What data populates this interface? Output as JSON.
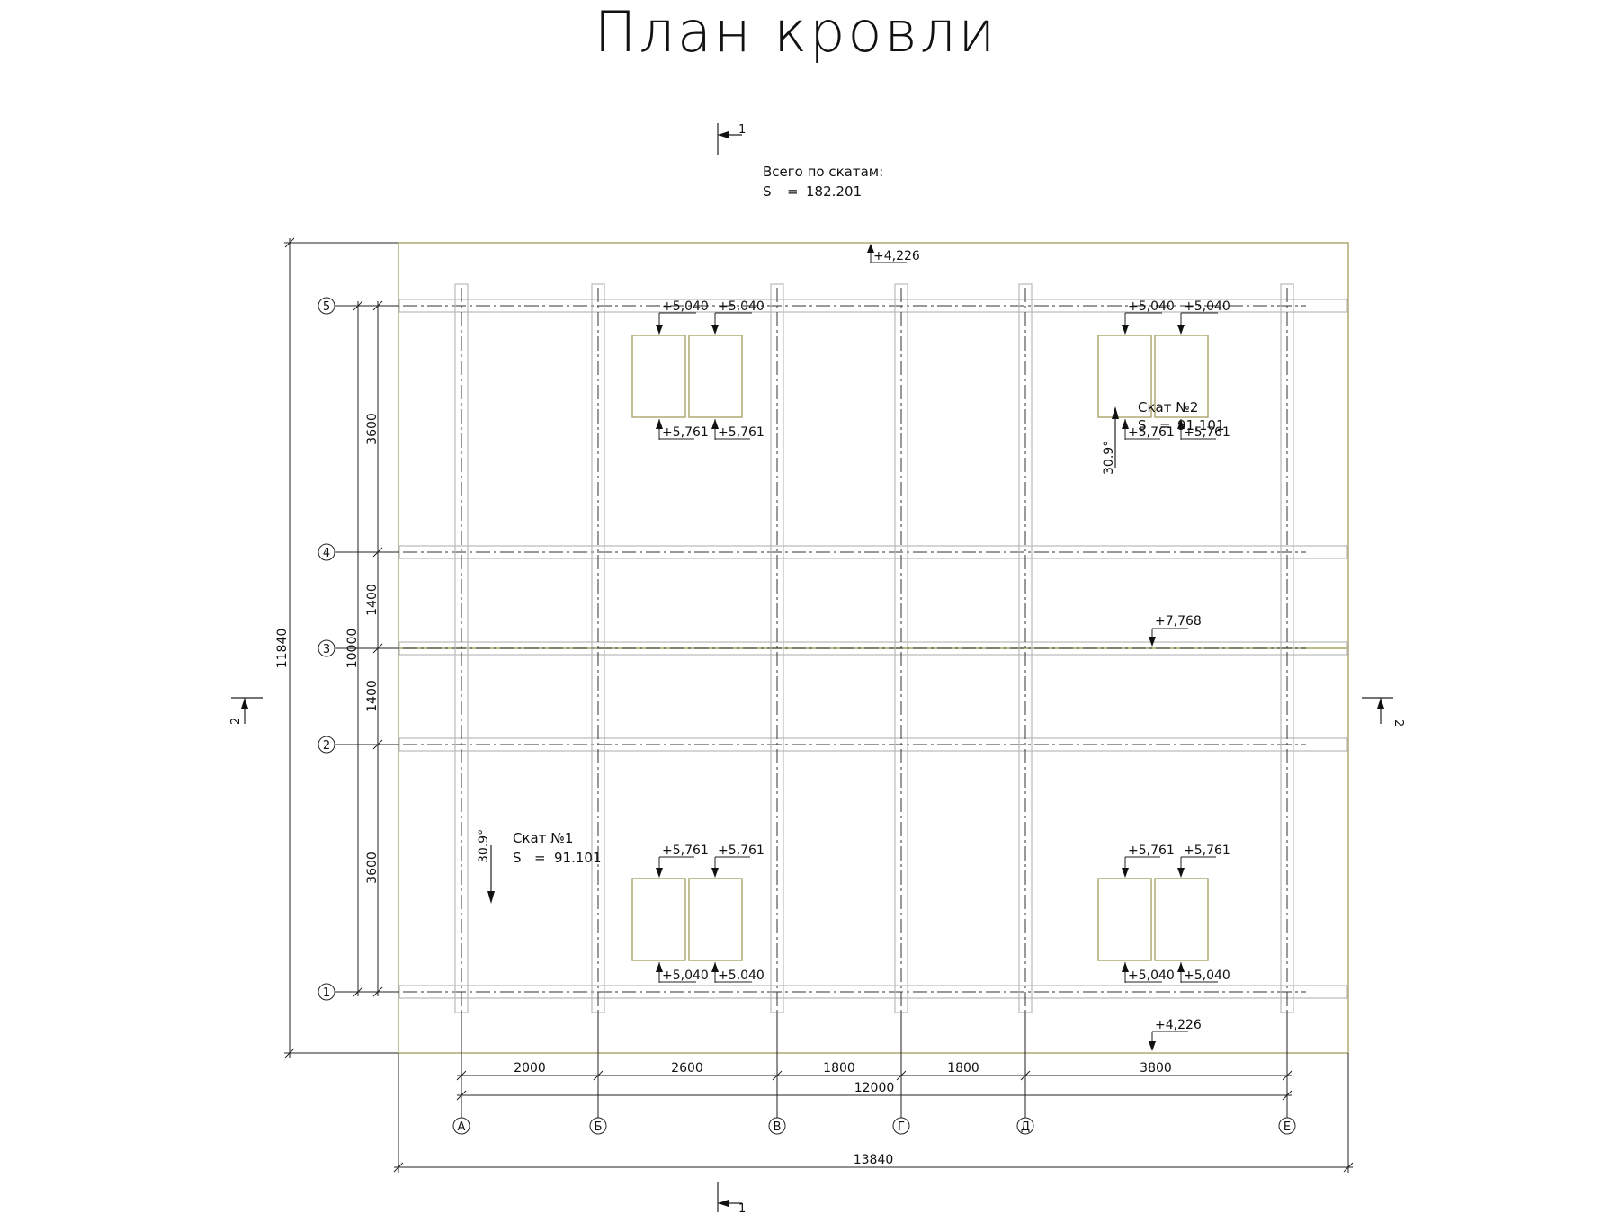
{
  "title": "План кровли",
  "section_marks": {
    "section_1": "1",
    "section_2": "2"
  },
  "totals": {
    "caption": "Всего по скатам:",
    "s_label": "S",
    "eq": "=",
    "s_value": "182.201"
  },
  "slope_1": {
    "name": "Скат №1",
    "s_label": "S",
    "eq": "=",
    "s_value": "91.101",
    "angle": "30.9°"
  },
  "slope_2": {
    "name": "Скат №2",
    "s_label": "S",
    "eq": "=",
    "s_value": "91.101",
    "angle": "30.9°"
  },
  "elevations": {
    "eave_top": "+4,226",
    "eave_bottom": "+4,226",
    "ridge": "+7,768",
    "window_low": "+5,040",
    "window_high": "+5,761"
  },
  "axes": {
    "rows": [
      "1",
      "2",
      "3",
      "4",
      "5"
    ],
    "columns": [
      "А",
      "Б",
      "В",
      "Г",
      "Д",
      "Е"
    ]
  },
  "dimensions": {
    "horizontal_spans": [
      "2000",
      "2600",
      "1800",
      "1800",
      "3800"
    ],
    "horizontal_total": "12000",
    "overall_width": "13840",
    "vertical_spans": [
      "3600",
      "1400",
      "1400",
      "3600"
    ],
    "vertical_total": "10000",
    "overall_height": "11840"
  },
  "colors": {
    "roof_outline": "#a7a467",
    "beams": "#b9b9b9",
    "lines": "#222222"
  }
}
